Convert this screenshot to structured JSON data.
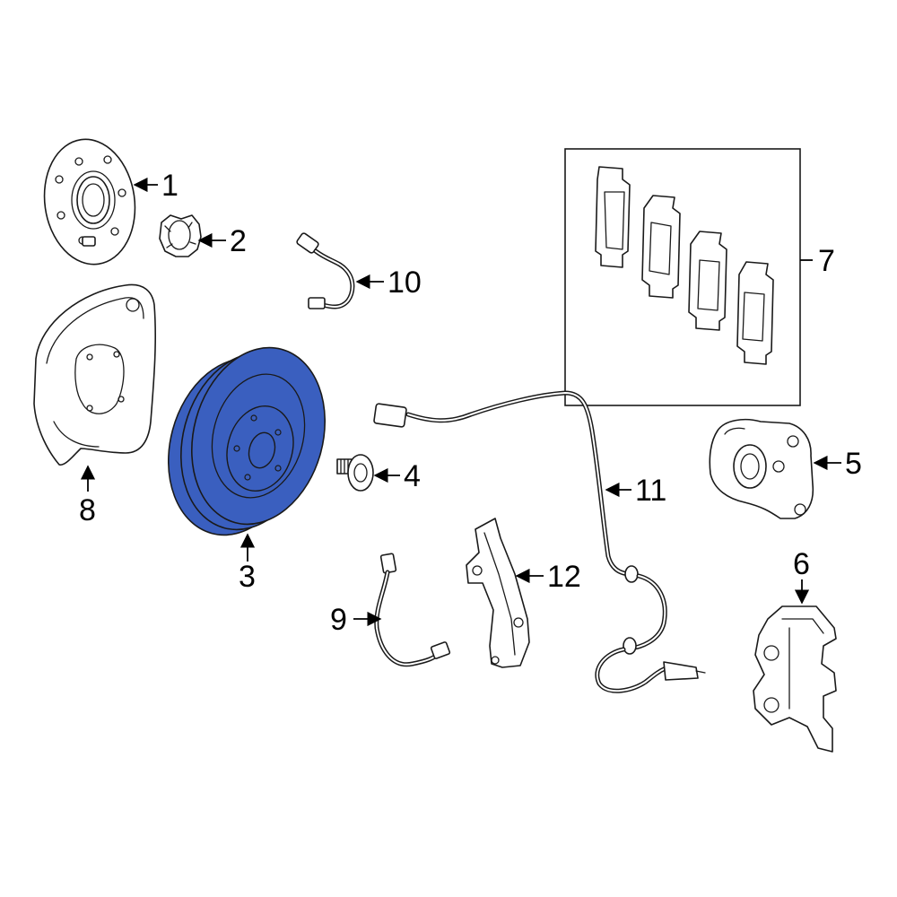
{
  "callouts": {
    "c1": "1",
    "c2": "2",
    "c3": "3",
    "c4": "4",
    "c5": "5",
    "c6": "6",
    "c7": "7",
    "c8": "8",
    "c9": "9",
    "c10": "10",
    "c11": "11",
    "c12": "12"
  },
  "colors": {
    "highlight": "#3a5fbf",
    "line": "#1a1a1a",
    "background": "#ffffff"
  }
}
